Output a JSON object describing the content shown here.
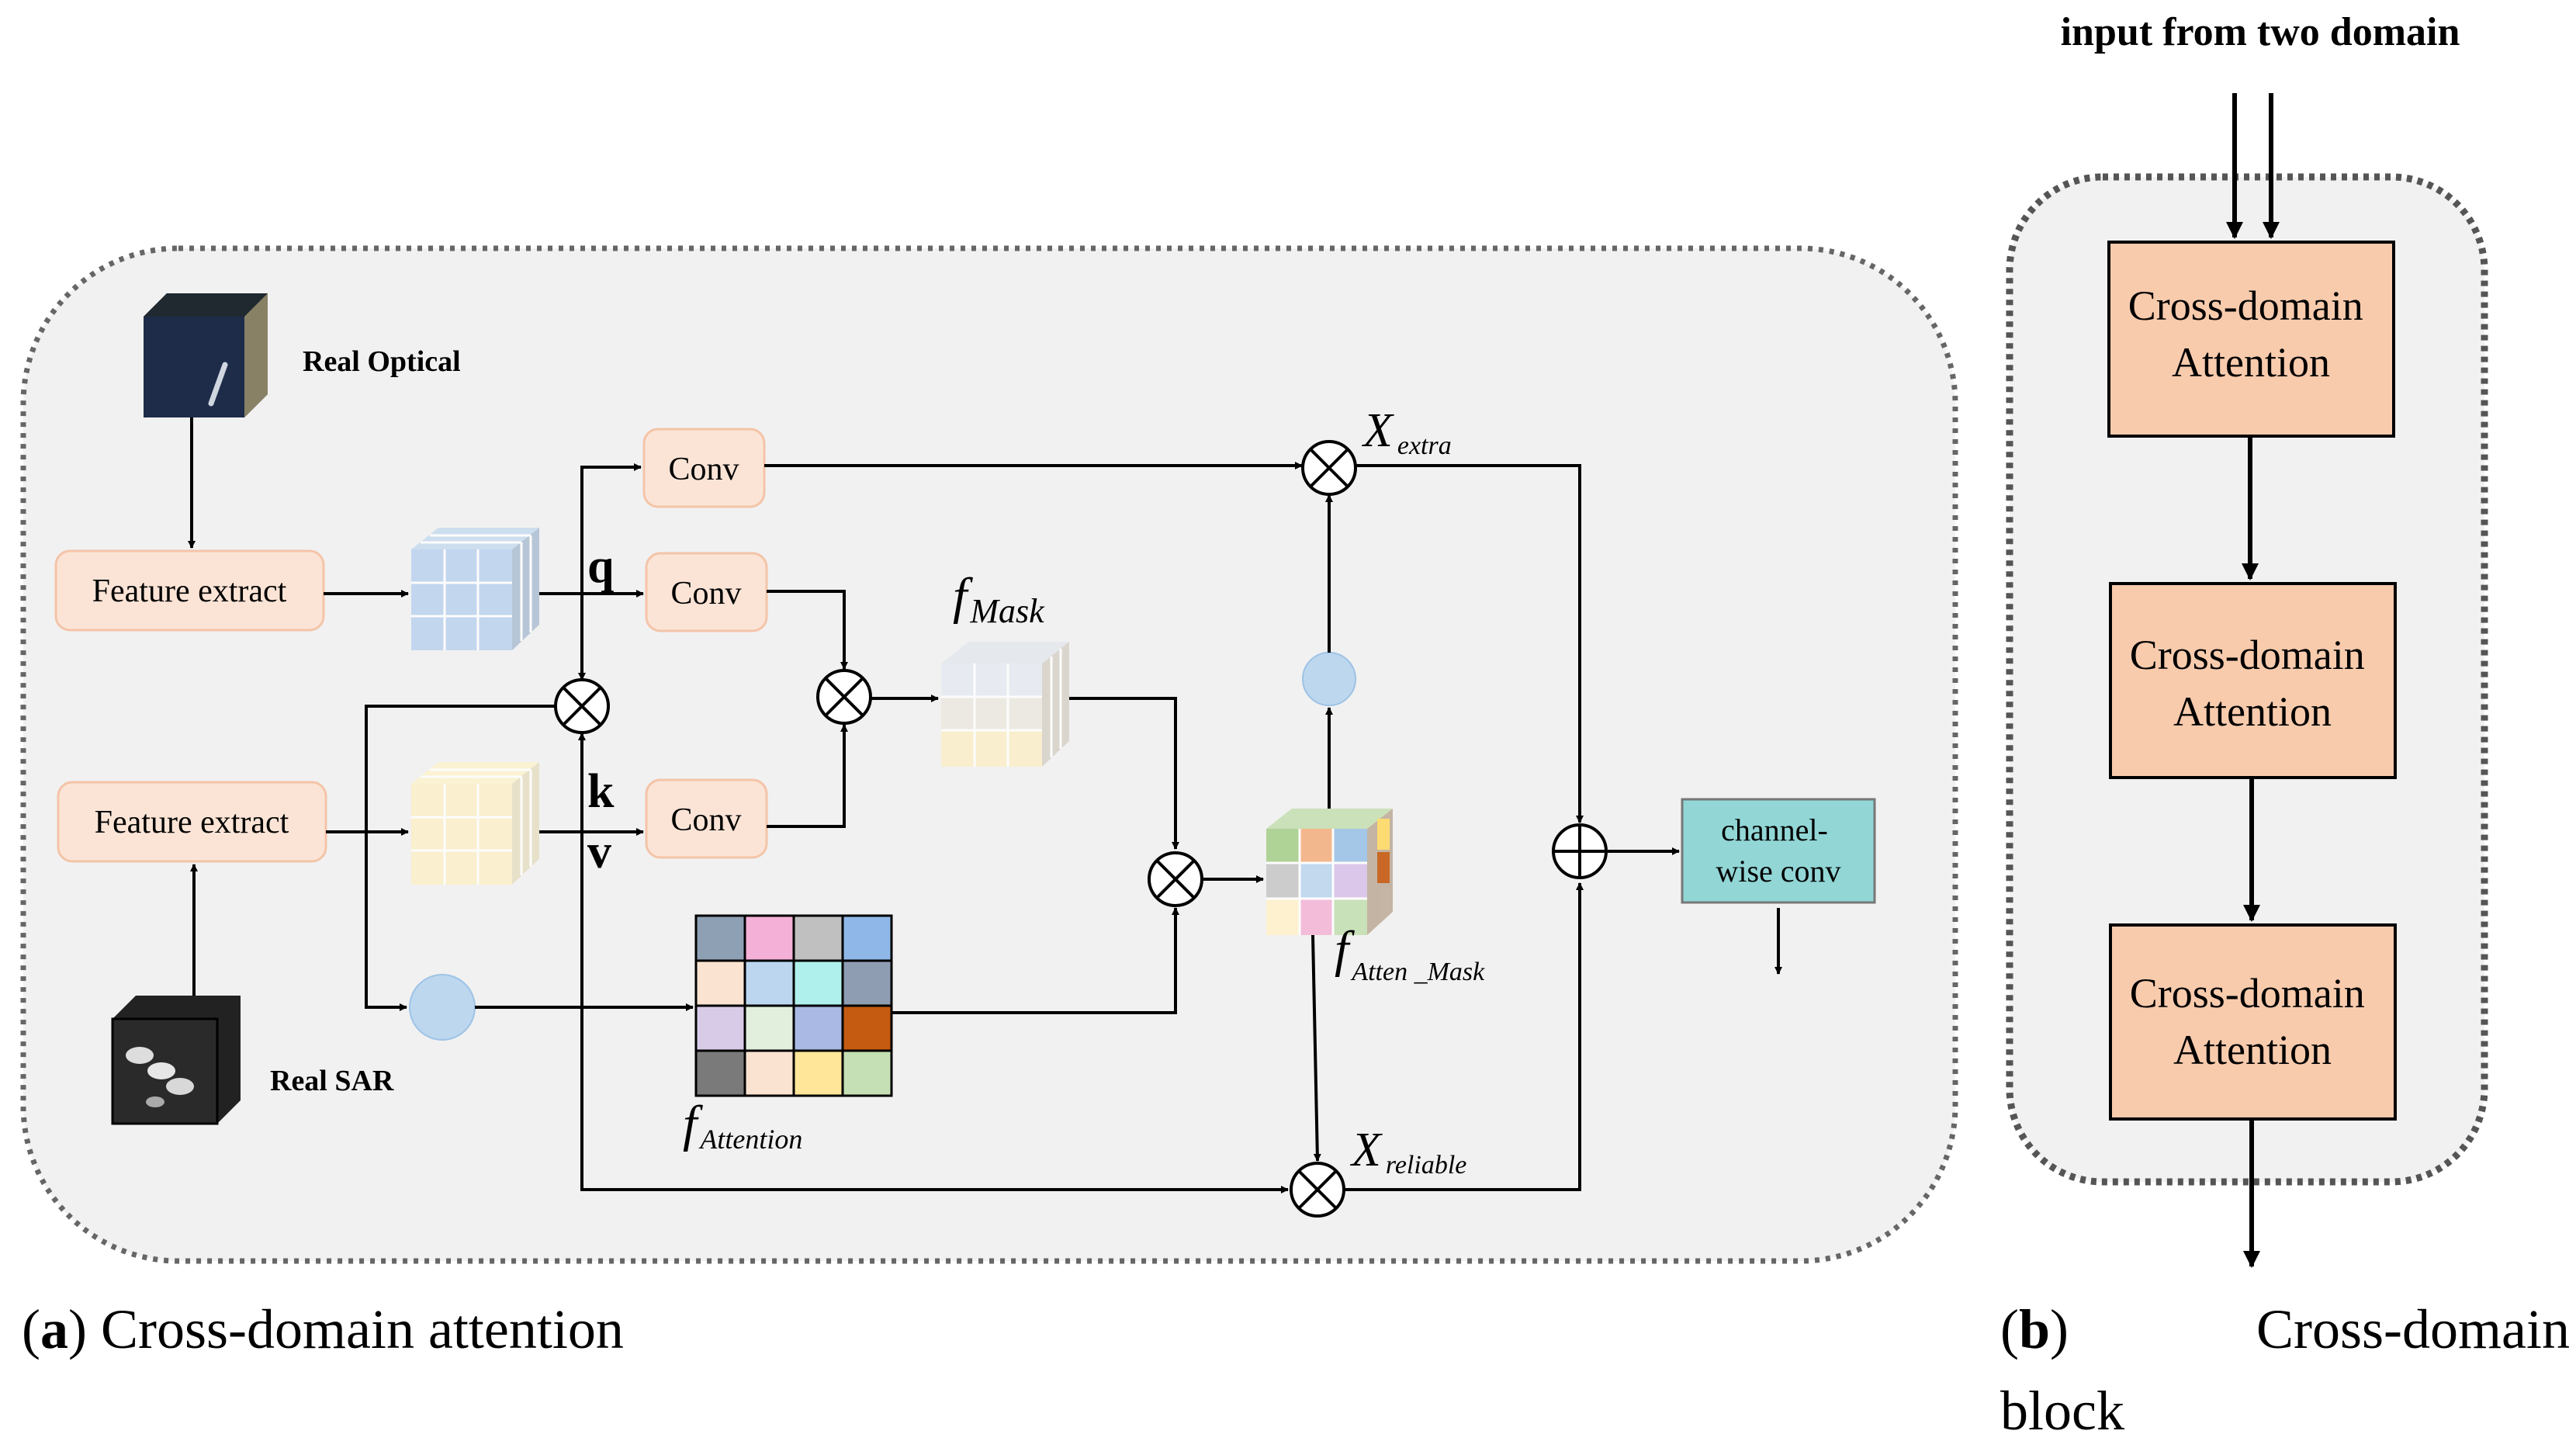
{
  "panel_a": {
    "inputs": {
      "optical_label": "Real Optical",
      "sar_label": "Real SAR"
    },
    "boxes": {
      "feature_extract_top": "Feature extract",
      "feature_extract_bottom": "Feature extract",
      "conv_top": "Conv",
      "conv_q": "Conv",
      "conv_k": "Conv",
      "channel_conv_line1": "channel-",
      "channel_conv_line2": "wise conv"
    },
    "symbols": {
      "q": "q",
      "k": "k",
      "v": "v"
    },
    "math_labels": {
      "f_mask_base": "f",
      "f_mask_sub": "Mask",
      "f_attention_base": "f",
      "f_attention_sub": "Attention",
      "f_atten_mask_base": "f",
      "f_atten_mask_sub": "Atten _Mask",
      "x_extra_base": "X",
      "x_extra_sub": "extra",
      "x_reliable_base": "X",
      "x_reliable_sub": "reliable"
    },
    "caption_prefix": "(",
    "caption_letter": "a",
    "caption_text": ") Cross-domain attention"
  },
  "panel_b": {
    "input_label": "input from two domain",
    "blocks": [
      {
        "line1": "Cross-domain",
        "line2": "Attention"
      },
      {
        "line1": "Cross-domain",
        "line2": "Attention"
      },
      {
        "line1": "Cross-domain",
        "line2": "Attention"
      }
    ],
    "caption_prefix": "(",
    "caption_letter": "b",
    "caption_mid": ")",
    "caption_word1": "Cross-domain",
    "caption_word2": "block"
  },
  "colors": {
    "panel_bg": "#f1f1f1",
    "feature_box_fill": "#fbe4d6",
    "feature_box_stroke": "#f4c4a8",
    "block_fill": "#f8cbad",
    "channel_conv_fill": "#92d6d6",
    "circle_fill": "#bdd7ee",
    "optical_cube": "#9dc3e6",
    "sar_cube": "#fdf0c4"
  },
  "attention_matrix_colors": [
    [
      "#8ea0b4",
      "#f5b0d8",
      "#c0c0c0",
      "#8fb8e8"
    ],
    [
      "#fbe3d2",
      "#bcd6ef",
      "#b0f0ec",
      "#8e9db2"
    ],
    [
      "#d8cbe8",
      "#e1efdc",
      "#a9b9e4",
      "#c55a11"
    ],
    [
      "#7a7a7a",
      "#fbe3d2",
      "#ffe699",
      "#c5e0b4"
    ]
  ]
}
